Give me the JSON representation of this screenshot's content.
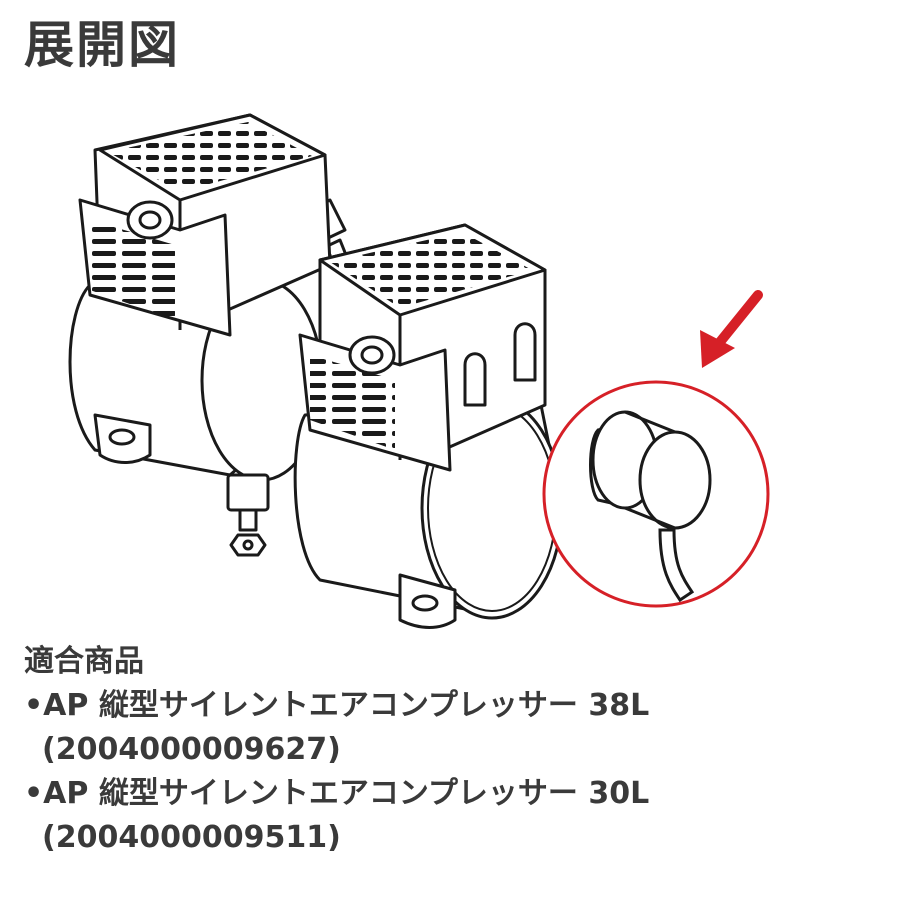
{
  "page": {
    "title": "展開図"
  },
  "diagram": {
    "highlight_color": "#d62027",
    "line_color": "#1a1a1a",
    "icons": [
      "air-compressor-illustration",
      "highlight-arrow-icon",
      "magnified-part-circle"
    ]
  },
  "products": {
    "heading": "適合商品",
    "items": [
      {
        "name": "•AP 縦型サイレントエアコンプレッサー 38L",
        "code": "(2004000009627)"
      },
      {
        "name": "•AP 縦型サイレントエアコンプレッサー 30L",
        "code": "(2004000009511)"
      }
    ]
  }
}
